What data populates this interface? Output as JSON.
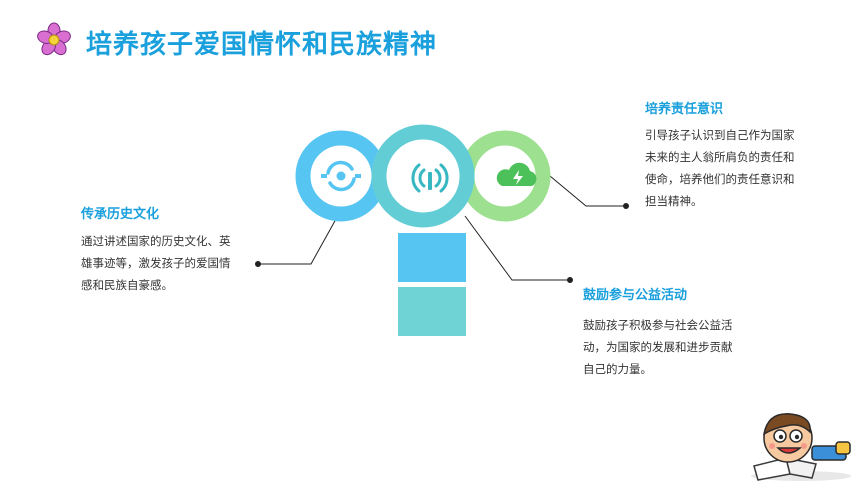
{
  "page": {
    "title": "培养孩子爱国情怀和民族精神"
  },
  "colors": {
    "title": "#1aa0dc",
    "heading": "#1aa0dc",
    "ring_left": "#56c5f2",
    "ring_middle": "#63cdd6",
    "ring_right": "#9de08f",
    "block_top": "#56c5f2",
    "block_bottom": "#6fd3d6",
    "connector": "#222222",
    "icon_left": "#56c5f2",
    "icon_middle": "#36b7c1",
    "icon_right": "#4cc15a"
  },
  "icons": {
    "title": "flower-icon",
    "ring_left": "refresh-sync-icon",
    "ring_middle": "wireless-signal-icon",
    "ring_right": "cloud-lightning-icon"
  },
  "blocks": {
    "history": {
      "title": "传承历史文化",
      "lines": [
        "通过讲述国家的历史文化、英",
        "雄事迹等，激发孩子的爱国情",
        "感和民族自豪感。"
      ]
    },
    "responsibility": {
      "title": "培养责任意识",
      "lines": [
        "引导孩子认识到自己作为国家",
        "未来的主人翁所肩负的责任和",
        "使命，培养他们的责任意识和",
        "担当精神。"
      ]
    },
    "public_welfare": {
      "title": "鼓励参与公益活动",
      "lines": [
        "鼓励孩子积极参与社会公益活",
        "动，为国家的发展和进步贡献",
        "自己的力量。"
      ]
    }
  }
}
